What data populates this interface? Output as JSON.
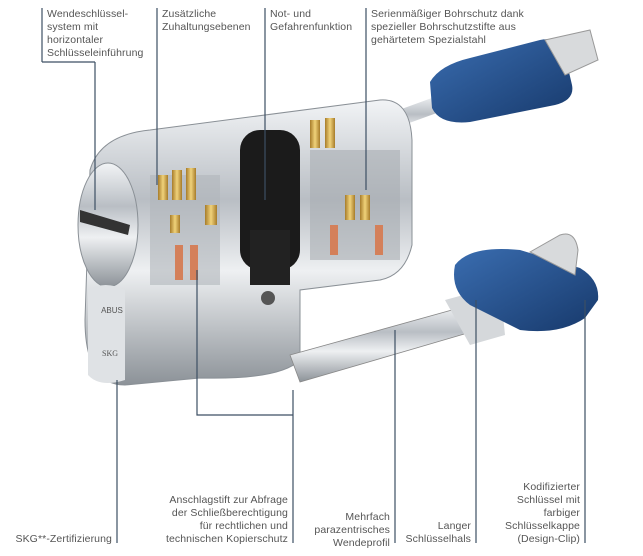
{
  "labels_top": [
    "Wendeschlüssel-\nsystem mit\nhorizontaler\nSchlüsseleinführung",
    "Zusätzliche\nZuhaltungsebenen",
    "Not- und\nGefahrenfunktion",
    "Serienmäßiger Bohrschutz dank\nspezieller Bohrschutzstifte aus\ngehärtetem Spezialstahl"
  ],
  "labels_bottom": [
    "SKG**-Zertifizierung",
    "Anschlagstift zur Abfrage\nder Schließberechtigung\nfür rechtlichen und\ntechnischen Kopierschutz",
    "Mehrfach\nparazentrisches\nWendeprofil",
    "Langer\nSchlüsselhals",
    "Kodifizierter\nSchlüssel mit\nfarbiger\nSchlüsselkappe\n(Design-Clip)"
  ],
  "brand": "ABUS",
  "cert": "SKG",
  "colors": {
    "leader": "#3d4f63",
    "key_cap": "#1f4f8f",
    "brass": "#c9a24a",
    "chrome": "#c8ccd0"
  }
}
